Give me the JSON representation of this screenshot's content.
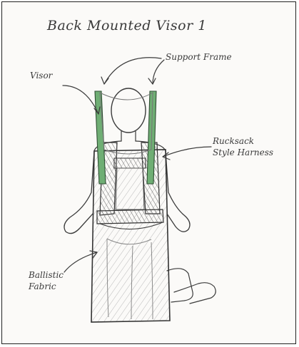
{
  "title": "Back Mounted Visor 1",
  "labels": {
    "visor": "Visor",
    "support_frame": "Support Frame",
    "harness_line1": "Rucksack",
    "harness_line2": "Style Harness",
    "fabric_line1": "Ballistic",
    "fabric_line2": "Fabric"
  },
  "colors": {
    "frame_green": "#6fae74",
    "pencil": "#3b3b3b",
    "paper": "#fbfaf8"
  }
}
